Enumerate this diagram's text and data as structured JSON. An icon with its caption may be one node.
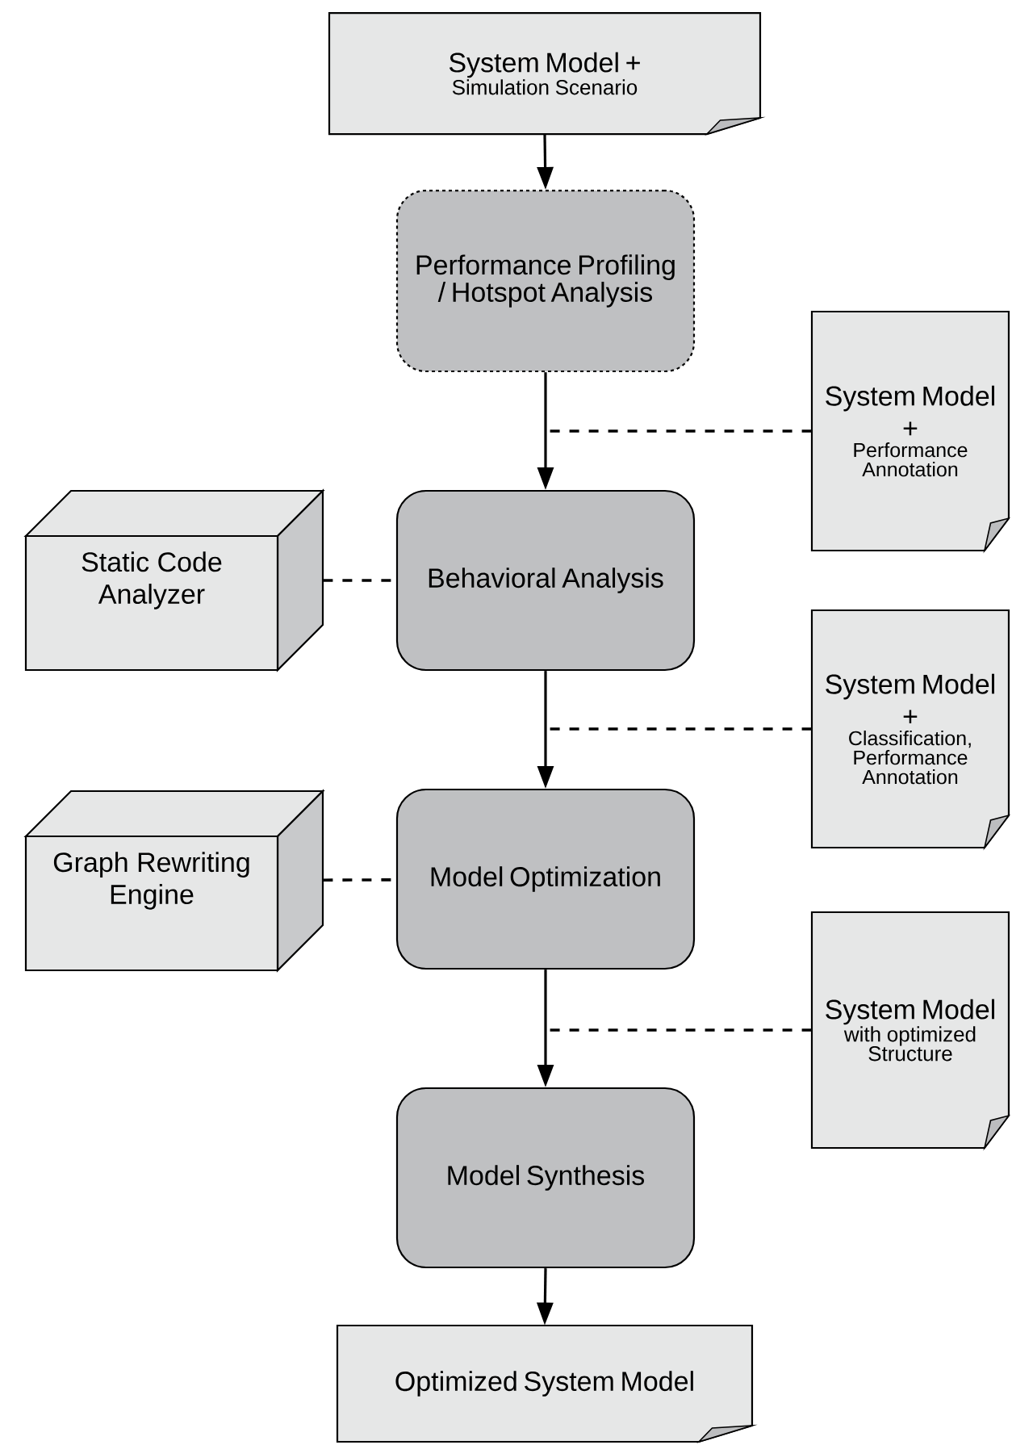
{
  "diagram": {
    "nodes": [
      {
        "text": [
          "System Model +",
          "Simulation Scenario"
        ]
      },
      {
        "text": [
          "Performance Profiling / Hotspot Analysis"
        ]
      },
      {
        "text": [
          "System Model",
          "+",
          "Performance Annotation"
        ]
      },
      {
        "text": [
          "Static Code Analyzer"
        ]
      },
      {
        "text": [
          "Behavioral Analysis"
        ]
      },
      {
        "text": [
          "System Model",
          "+",
          "Classification, Performance Annotation"
        ]
      },
      {
        "text": [
          "Graph Rewriting Engine"
        ]
      },
      {
        "text": [
          "Model Optimization"
        ]
      },
      {
        "text": [
          "System Model",
          "with optimized Structure"
        ]
      },
      {
        "text": [
          "Model Synthesis"
        ]
      },
      {
        "text": [
          "Optimized System Model"
        ]
      }
    ],
    "edges": [
      {
        "from": 0,
        "to": 1,
        "arrow": "to"
      },
      {
        "from": 1,
        "to": 4,
        "arrow": "to"
      },
      {
        "from": 2,
        "to": null,
        "arrow": "none",
        "style": "dashed"
      },
      {
        "from": 3,
        "to": 4,
        "arrow": "none",
        "style": "dashed"
      },
      {
        "from": 4,
        "to": 7,
        "arrow": "to"
      },
      {
        "from": 5,
        "to": null,
        "arrow": "none",
        "style": "dashed"
      },
      {
        "from": 6,
        "to": 7,
        "arrow": "none",
        "style": "dashed"
      },
      {
        "from": 7,
        "to": 9,
        "arrow": "to"
      },
      {
        "from": 8,
        "to": null,
        "arrow": "none",
        "style": "dashed"
      },
      {
        "from": 9,
        "to": 10,
        "arrow": "to"
      }
    ]
  }
}
